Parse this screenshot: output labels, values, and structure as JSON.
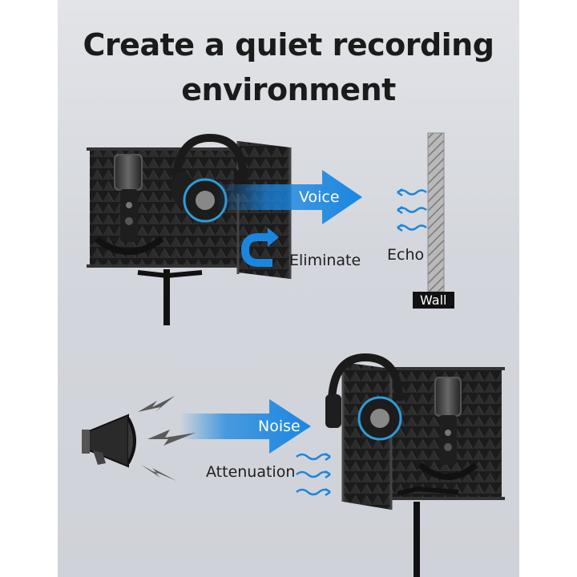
{
  "heading": "Create a quiet recording environment",
  "top_scene": {
    "voice_label": "Voice",
    "eliminate_label": "Eliminate",
    "echo_label": "Echo",
    "wall_label": "Wall"
  },
  "bottom_scene": {
    "noise_label": "Noise",
    "attenuation_label": "Attenuation"
  },
  "colors": {
    "arrow_blue": "#1a86e0",
    "background": "#d6d9de",
    "foam": "#1c1c1c",
    "text": "#1b1b1b"
  }
}
